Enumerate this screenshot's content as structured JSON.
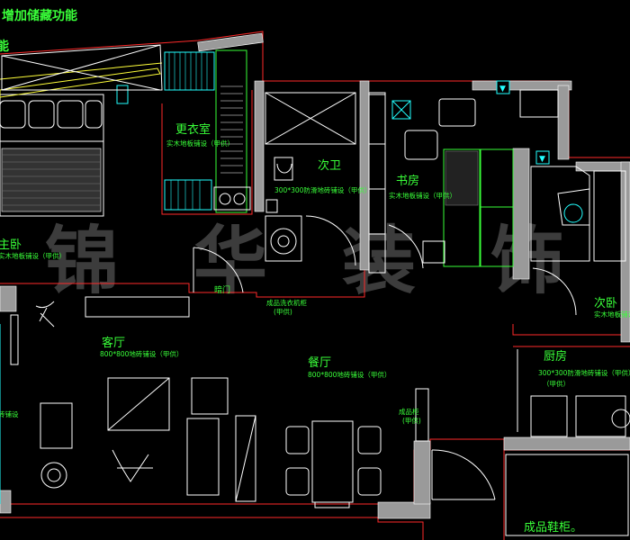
{
  "callouts": {
    "storage": "增加储藏功能",
    "shoe_cabinet": "成品鞋柜。"
  },
  "rooms": {
    "wardrobe": {
      "name": "更衣室",
      "floor": "实木地板铺设（甲供）"
    },
    "second_bath": {
      "name": "次卫",
      "floor": "300*300防滑地砖铺设（甲供）"
    },
    "study": {
      "name": "书房",
      "floor": "实木地板铺设（甲供）"
    },
    "master": {
      "name": "主卧",
      "floor": "实木地板铺设（甲供）"
    },
    "living": {
      "name": "客厅",
      "floor": "800*800地砖铺设（甲供）"
    },
    "dining": {
      "name": "餐厅",
      "floor": "800*800地砖铺设（甲供）"
    },
    "second_bed": {
      "name": "次卧",
      "floor": "实木地板铺设"
    },
    "kitchen": {
      "name": "厨房",
      "floor": "300*300防滑地砖铺设（甲供）"
    }
  },
  "notes": {
    "dark_door": "暗门",
    "washer": "成品洗衣机柜",
    "washer_sub": "(甲供)",
    "cabinet": "成品柜",
    "cabinet_sub": "(甲供)",
    "tile_left": "砖铺设"
  },
  "watermark": {
    "chars": [
      "锦",
      "华",
      "装",
      "饰"
    ]
  },
  "colors": {
    "lines": "#ffffff",
    "walls": "#ff2a2a",
    "labels": "#39ff39",
    "fixtures": "#22ffff",
    "highlight": "#ffff3a",
    "watermark": "#6d6d6d"
  }
}
